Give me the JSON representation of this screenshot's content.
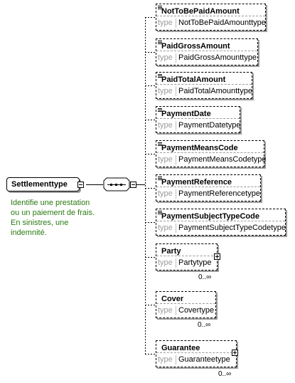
{
  "root": {
    "name": "Settlementtype",
    "documentation": [
      "Identifie une prestation",
      "ou un paiement de frais.",
      "En sinistres, une",
      "indemnité."
    ]
  },
  "compositor": {
    "kind": "sequence",
    "icon": "sequence-icon"
  },
  "type_key": "type",
  "elements": [
    {
      "name": "NotToBePaidAmount",
      "type": "NotToBePaidAmounttype"
    },
    {
      "name": "PaidGrossAmount",
      "type": "PaidGrossAmounttype"
    },
    {
      "name": "PaidTotalAmount",
      "type": "PaidTotalAmounttype"
    },
    {
      "name": "PaymentDate",
      "type": "PaymentDatetype"
    },
    {
      "name": "PaymentMeansCode",
      "type": "PaymentMeansCodetype"
    },
    {
      "name": "PaymentReference",
      "type": "PaymentReferencetype"
    },
    {
      "name": "PaymentSubjectTypeCode",
      "type": "PaymentSubjectTypeCodetype"
    },
    {
      "name": "Party",
      "type": "Partytype",
      "cardinality": "0..∞"
    },
    {
      "name": "Cover",
      "type": "Covertype",
      "cardinality": "0..∞"
    },
    {
      "name": "Guarantee",
      "type": "Guaranteetype",
      "cardinality": "0..∞"
    }
  ]
}
